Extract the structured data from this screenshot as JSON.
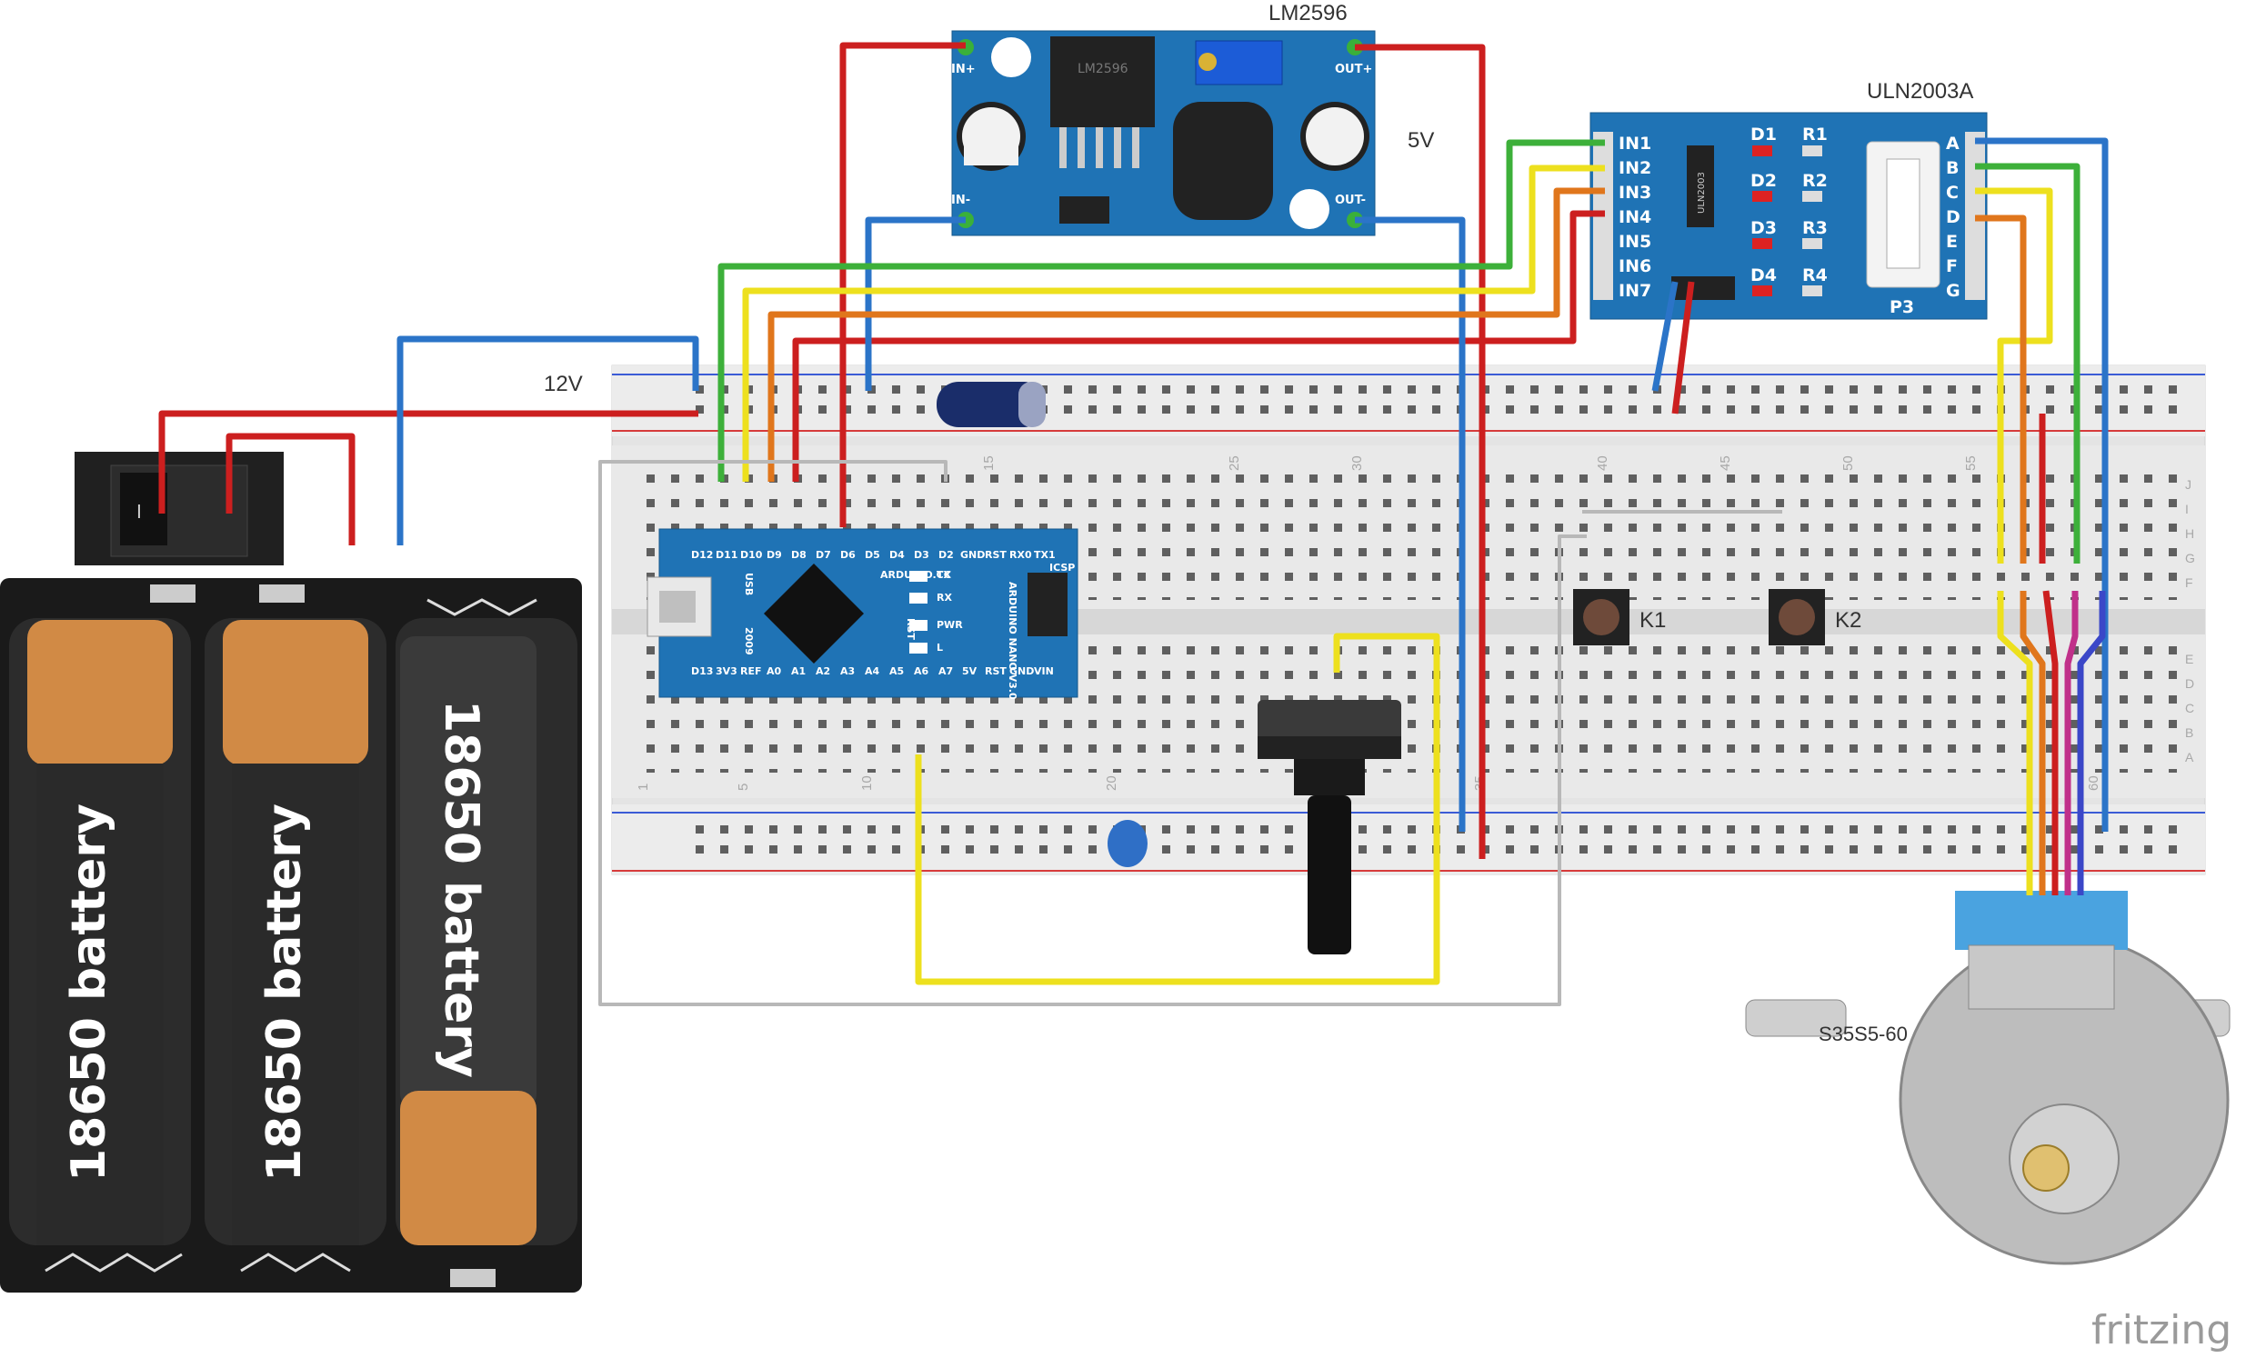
{
  "modules": {
    "lm2596": {
      "title": "LM2596",
      "chip": "LM2596",
      "in_plus": "IN+",
      "in_minus": "IN-",
      "out_plus": "OUT+",
      "out_minus": "OUT-"
    },
    "uln": {
      "title": "ULN2003A",
      "chip": "ULN2003",
      "inputs": [
        "IN1",
        "IN2",
        "IN3",
        "IN4",
        "IN5",
        "IN6",
        "IN7"
      ],
      "leds": [
        "D1",
        "D2",
        "D3",
        "D4"
      ],
      "resistors": [
        "R1",
        "R2",
        "R3",
        "R4"
      ],
      "outputs": [
        "A",
        "B",
        "C",
        "D",
        "E",
        "F",
        "G"
      ],
      "connector": "P3"
    },
    "nano": {
      "top_pins": [
        "D12",
        "D11",
        "D10",
        "D9",
        "D8",
        "D7",
        "D6",
        "D5",
        "D4",
        "D3",
        "D2",
        "GND",
        "RST",
        "RX0",
        "TX1"
      ],
      "bottom_pins": [
        "D13",
        "3V3",
        "REF",
        "A0",
        "A1",
        "A2",
        "A3",
        "A4",
        "A5",
        "A6",
        "A7",
        "5V",
        "RST",
        "GND",
        "VIN"
      ],
      "brand": "ARDUINO.CC",
      "name": "ARDUINO NANO V3.0",
      "icsp": "ICSP",
      "usb": "USB",
      "rst": "RST",
      "year": "2009",
      "leds": [
        "TX",
        "RX",
        "PWR",
        "L"
      ]
    },
    "motor": {
      "label": "S35S5-60"
    }
  },
  "labels": {
    "v12": "12V",
    "v5": "5V",
    "k1": "K1",
    "k2": "K2"
  },
  "battery": {
    "cells": [
      "18650 battery",
      "18650 battery",
      "18650 battery"
    ]
  },
  "breadboard": {
    "col_numbers": [
      "1",
      "5",
      "10",
      "15",
      "20",
      "25",
      "30",
      "35",
      "40",
      "45",
      "50",
      "55",
      "60"
    ],
    "row_letters": [
      "J",
      "I",
      "H",
      "G",
      "F",
      "E",
      "D",
      "C",
      "B",
      "A"
    ]
  },
  "footer": {
    "brand": "fritzing"
  },
  "colors": {
    "red": "#cc1f1f",
    "blue": "#2b74c8",
    "green": "#3db03a",
    "yellow": "#ede01e",
    "orange": "#e0761c",
    "gray": "#b8b8b8",
    "pcb_blue": "#1e6fae",
    "board": "#e9e9e9"
  }
}
